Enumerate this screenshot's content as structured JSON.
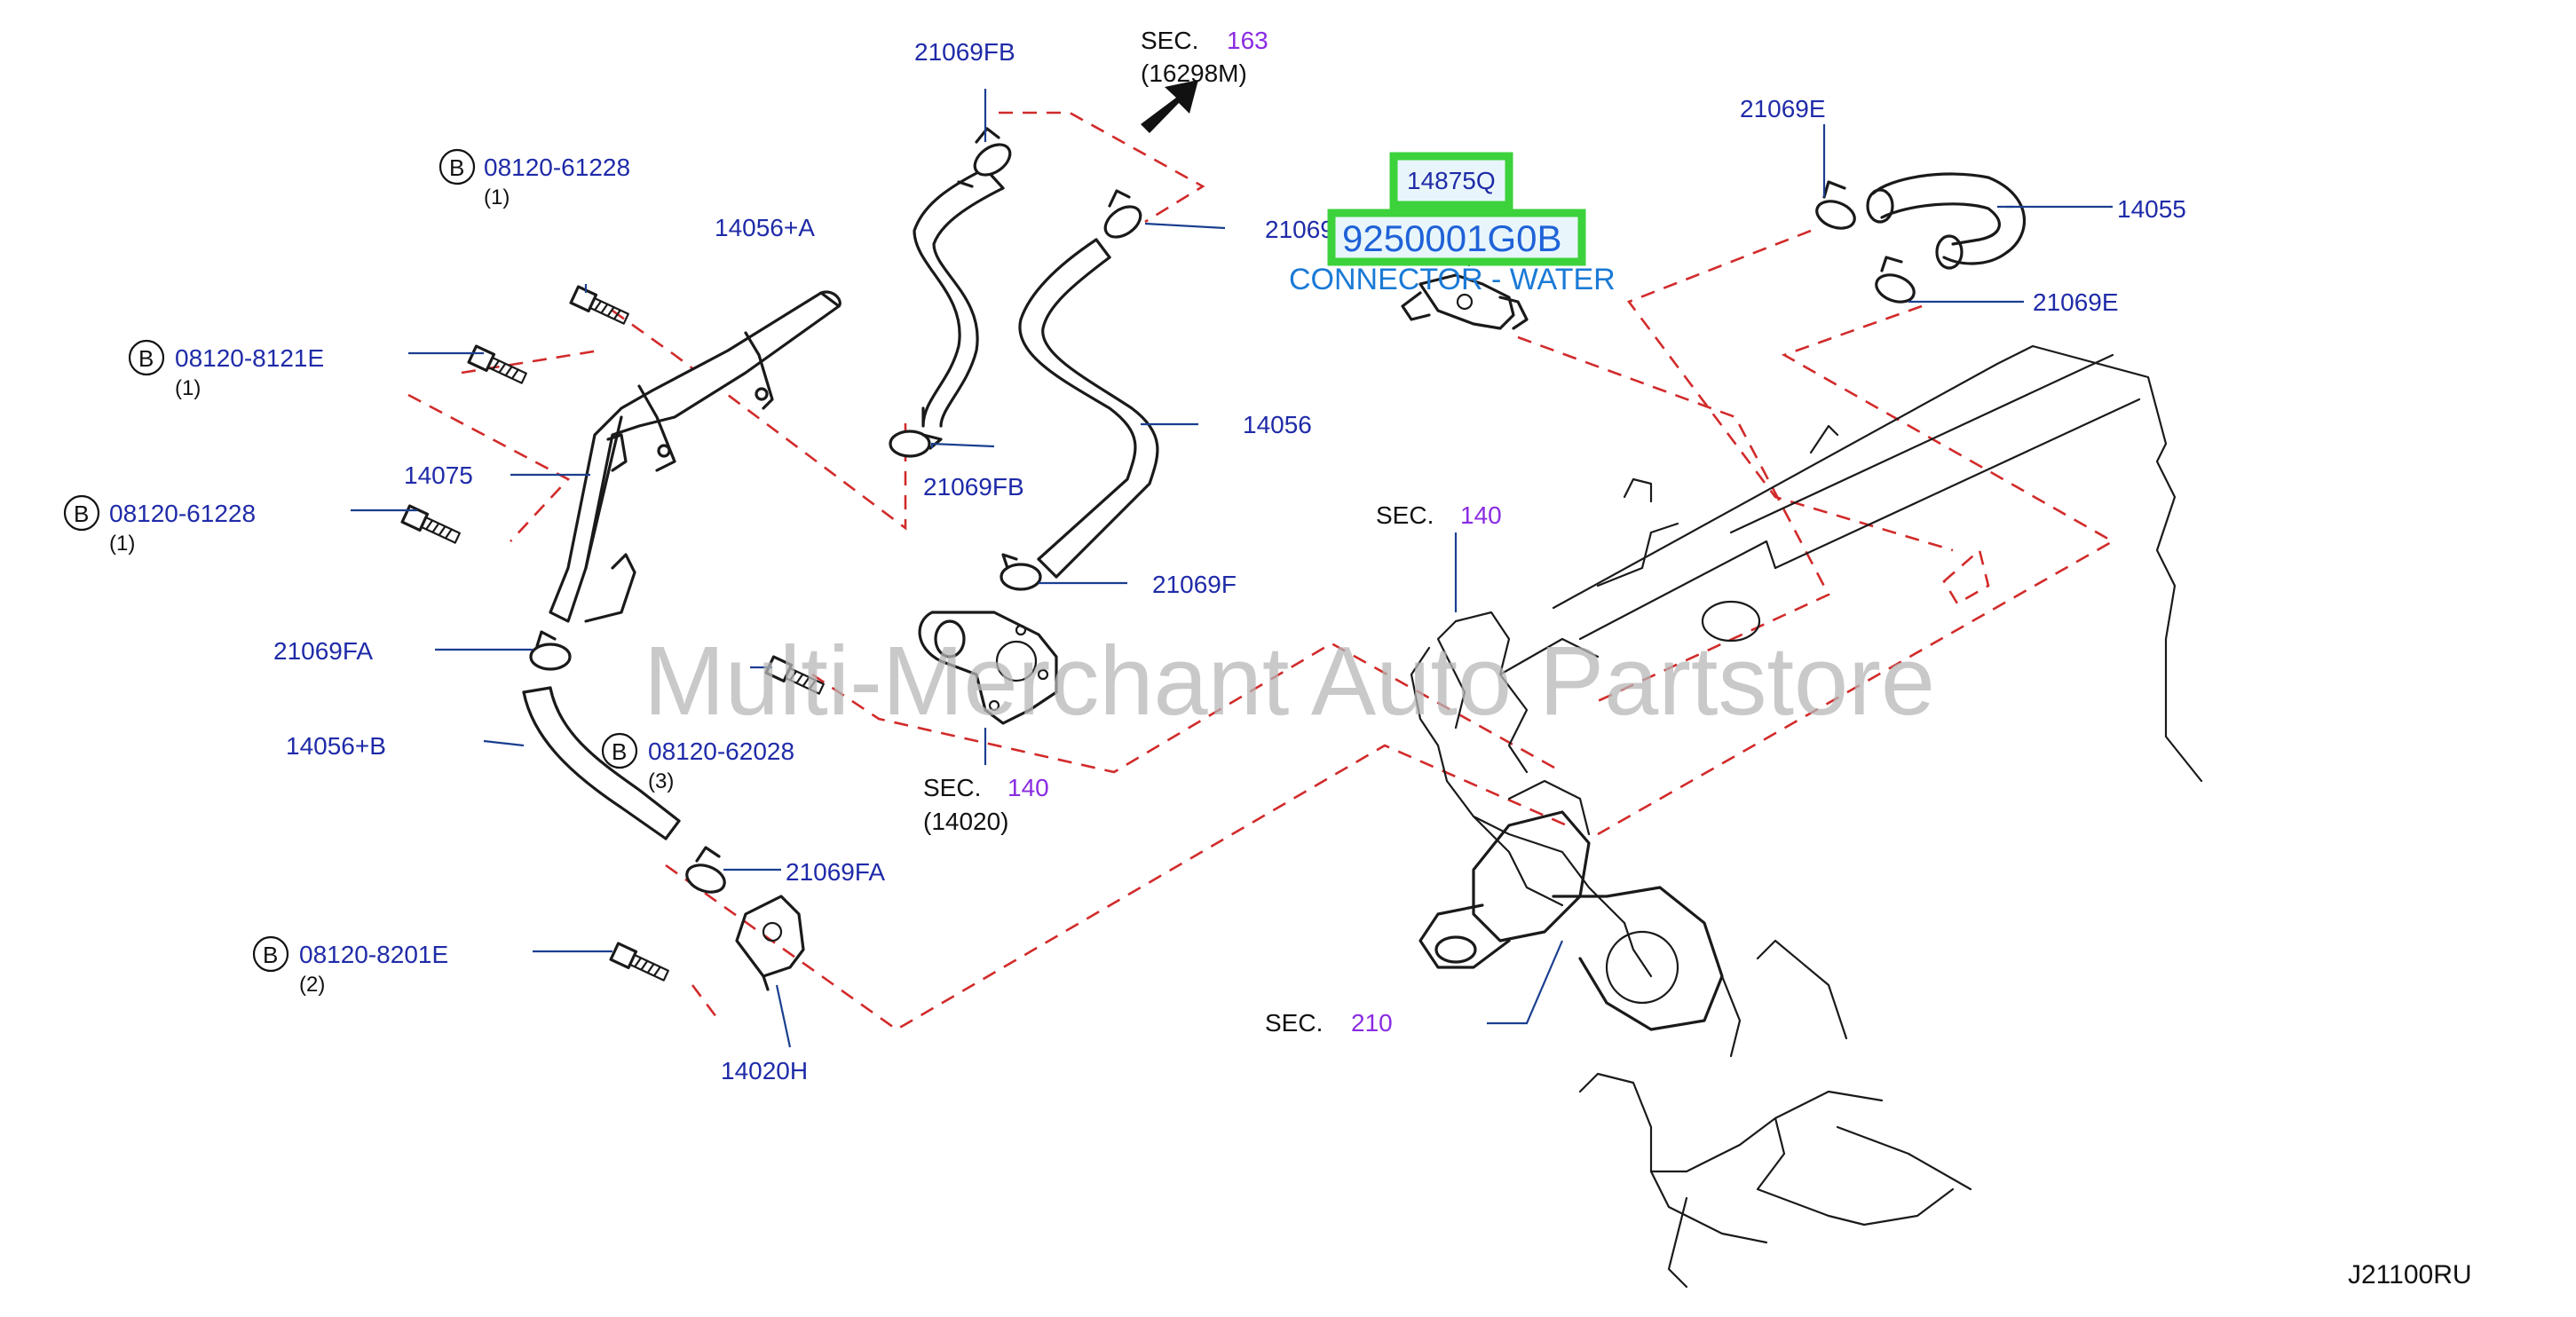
{
  "watermark": "Multi-Merchant Auto Partstore",
  "diagram_code": "J21100RU",
  "highlight": {
    "ref": "14875Q",
    "part_number": "9250001G0B",
    "description": "CONNECTOR - WATER"
  },
  "parts": {
    "p21069FB_top": "21069FB",
    "p21069FB_bottom": "21069FB",
    "p14056A": "14056+A",
    "p21069F_top": "21069F",
    "p14056": "14056",
    "p21069F_mid": "21069F",
    "p21069E_top": "21069E",
    "p14055": "14055",
    "p21069E_right": "21069E",
    "p14075": "14075",
    "p21069FA_left": "21069FA",
    "p14056B": "14056+B",
    "p21069FA_bottom": "21069FA",
    "p14020H": "14020H"
  },
  "sections": {
    "s163": {
      "sec": "SEC.",
      "num": "163",
      "sub": "(16298M)"
    },
    "s140_right": {
      "sec": "SEC.",
      "num": "140"
    },
    "s140_mid": {
      "sec": "SEC.",
      "num": "140",
      "sub": "(14020)"
    },
    "s210": {
      "sec": "SEC.",
      "num": "210"
    }
  },
  "bolts": {
    "b1": {
      "badge": "B",
      "num": "08120-61228",
      "qty": "(1)"
    },
    "b2": {
      "badge": "B",
      "num": "08120-8121E",
      "qty": "(1)"
    },
    "b3": {
      "badge": "B",
      "num": "08120-61228",
      "qty": "(1)"
    },
    "b4": {
      "badge": "B",
      "num": "08120-62028",
      "qty": "(3)"
    },
    "b5": {
      "badge": "B",
      "num": "08120-8201E",
      "qty": "(2)"
    }
  }
}
